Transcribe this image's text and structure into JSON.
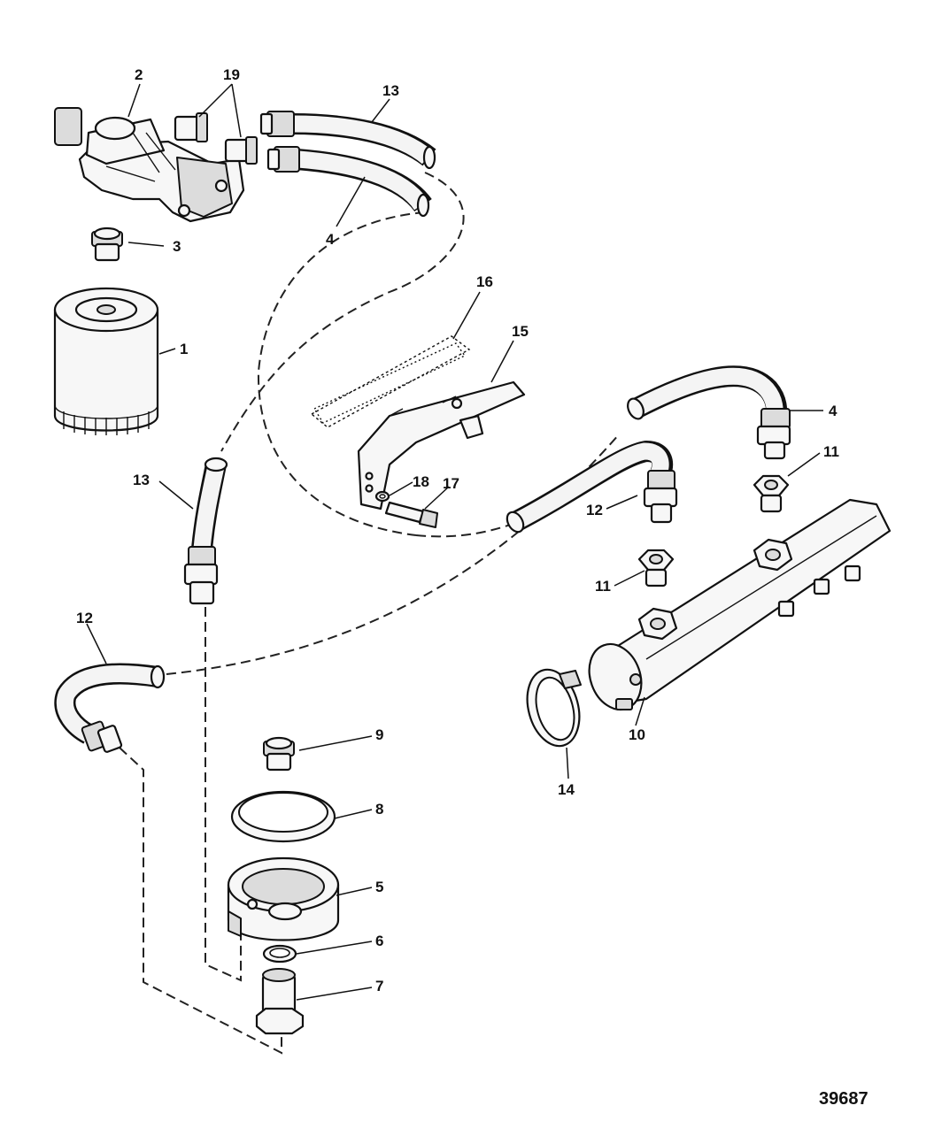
{
  "figure_number": "39687",
  "callouts": {
    "c1": "1",
    "c2": "2",
    "c3": "3",
    "c4a": "4",
    "c4b": "4",
    "c5": "5",
    "c6": "6",
    "c7": "7",
    "c8": "8",
    "c9": "9",
    "c10": "10",
    "c11a": "11",
    "c11b": "11",
    "c12a": "12",
    "c12b": "12",
    "c13a": "13",
    "c13b": "13",
    "c14": "14",
    "c15": "15",
    "c16": "16",
    "c17": "17",
    "c18": "18",
    "c19": "19"
  }
}
